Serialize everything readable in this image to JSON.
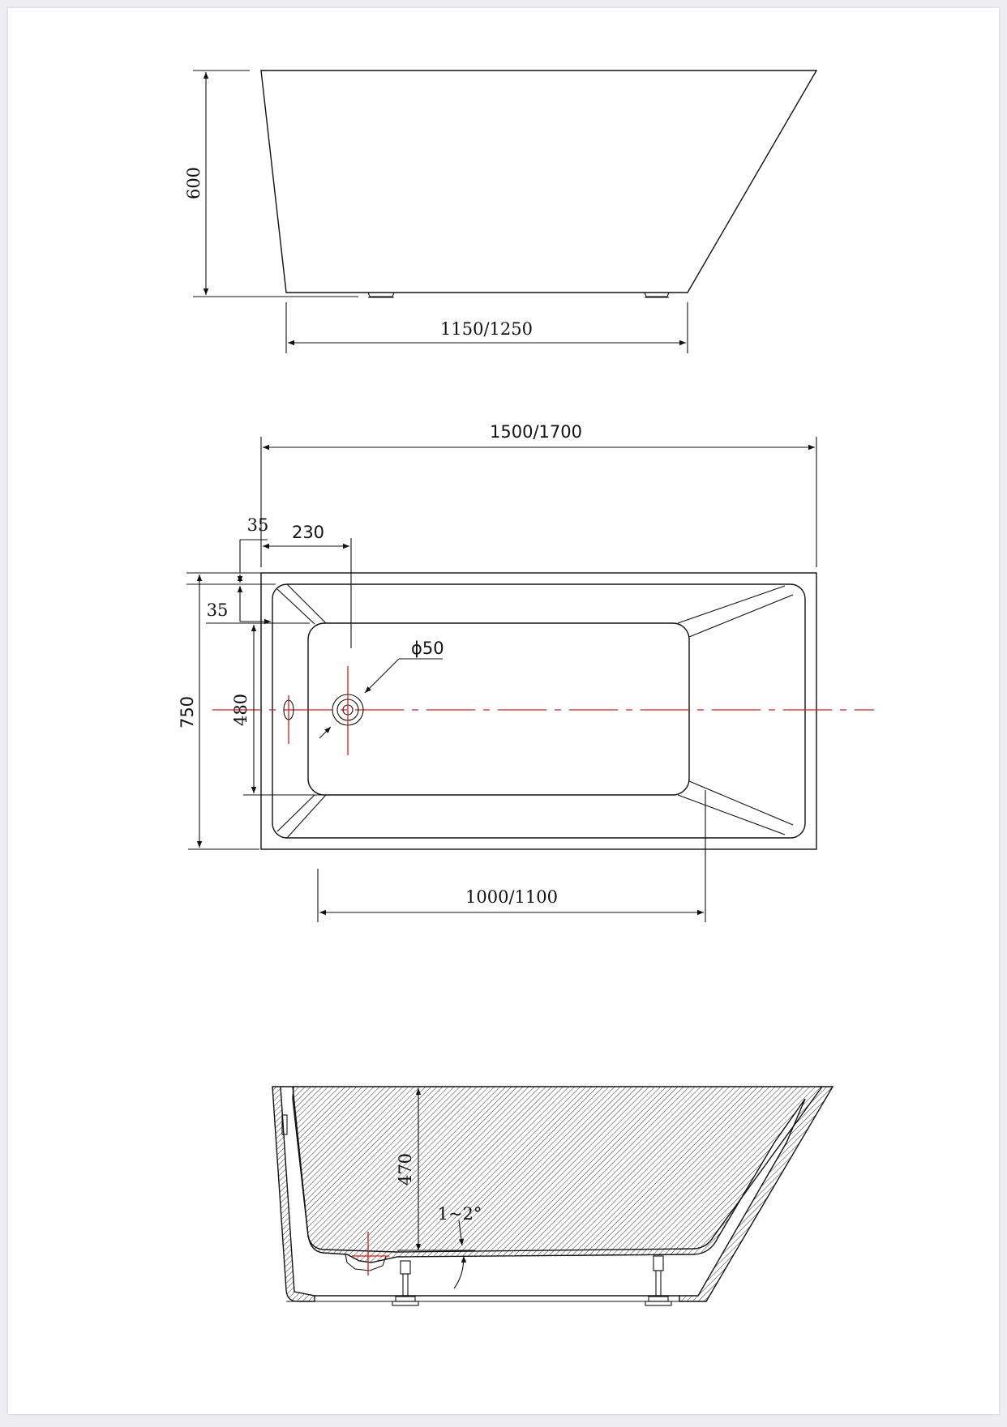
{
  "views": {
    "side": {
      "height_label": "600",
      "base_length_label": "1150/1250"
    },
    "top": {
      "overall_length_label": "1500/1700",
      "rim_offset_label": "35",
      "rim_inner_label": "35",
      "drain_offset_label": "230",
      "drain_diameter_label": "ϕ50",
      "overall_width_label": "750",
      "inner_width_label": "480",
      "inner_length_label": "1000/1100"
    },
    "section": {
      "depth_label": "470",
      "slope_label": "1~2°"
    }
  },
  "colors": {
    "line": "#111111",
    "centerline": "#e01818",
    "background": "#ededf2",
    "sheet": "#ffffff"
  }
}
